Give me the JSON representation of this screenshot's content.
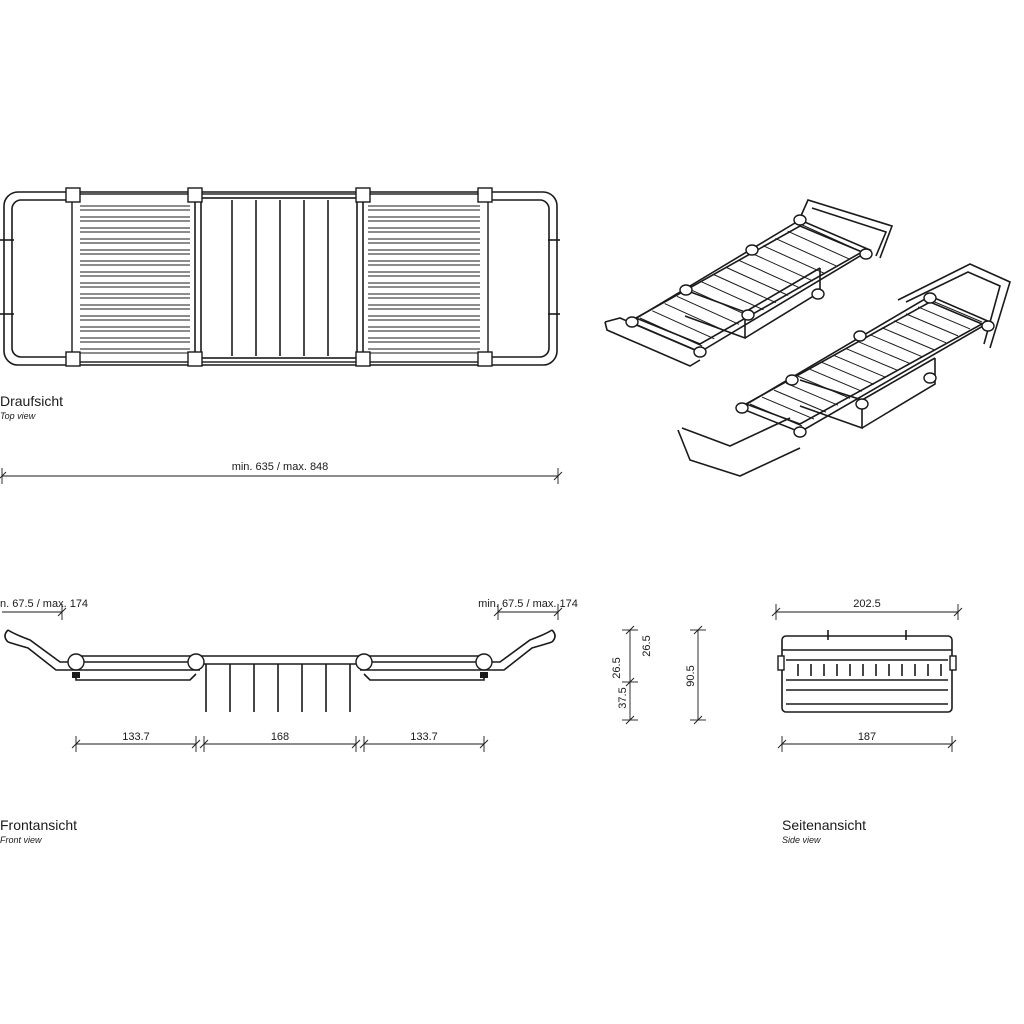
{
  "views": {
    "top": {
      "title": "Draufsicht",
      "subtitle": "Top view"
    },
    "front": {
      "title": "Frontansicht",
      "subtitle": "Front view"
    },
    "side": {
      "title": "Seitenansicht",
      "subtitle": "Side view"
    }
  },
  "dimensions": {
    "overall_length": "min. 635 / max. 848",
    "extension_left": "n. 67.5 / max. 174",
    "extension_right": "min. 67.5 / max. 174",
    "front_left_section": "133.7",
    "front_center_section": "168",
    "front_right_section": "133.7",
    "height_upper": "26.5",
    "height_upper_inner": "26.5",
    "height_lower": "37.5",
    "height_total": "90.5",
    "side_top_width": "202.5",
    "side_bottom_width": "187"
  }
}
